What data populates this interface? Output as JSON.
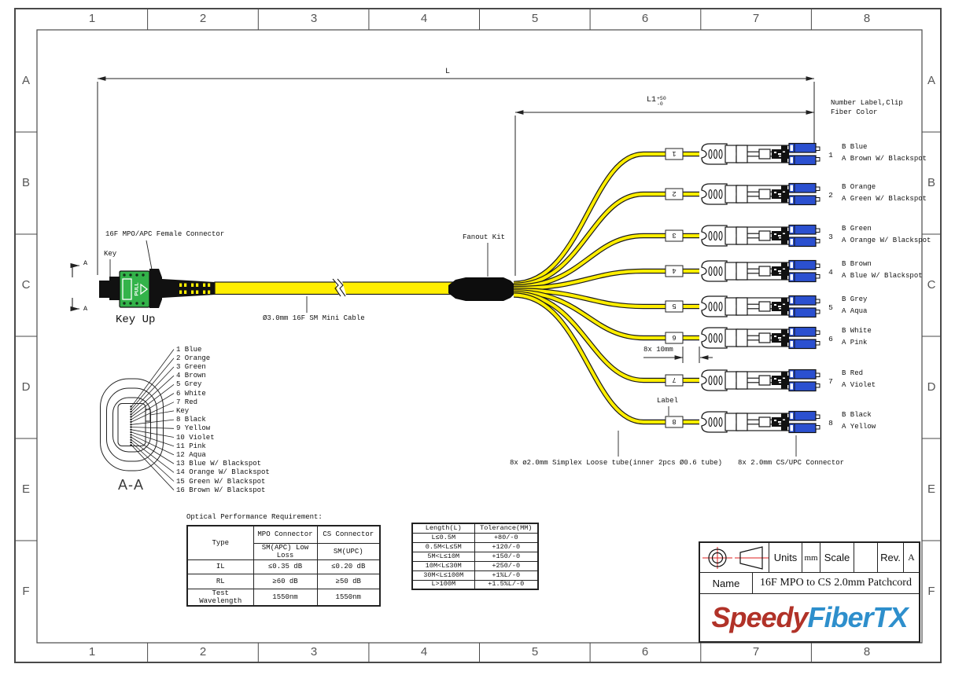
{
  "frame": {
    "cols": [
      "1",
      "2",
      "3",
      "4",
      "5",
      "6",
      "7",
      "8"
    ],
    "rows": [
      "A",
      "B",
      "C",
      "D",
      "E",
      "F"
    ]
  },
  "dimensions": {
    "overall": "L",
    "l1": "L1",
    "l1_plus": "+50",
    "l1_minus": "-0",
    "spacing": "8x 10mm"
  },
  "labels": {
    "mpo_connector": "16F MPO/APC Female Connector",
    "key": "Key",
    "key_up": "Key Up",
    "pull": "PULL",
    "cable": "Ø3.0mm 16F SM Mini Cable",
    "fanout": "Fanout Kit",
    "number_label": "Number Label,Clip",
    "fiber_color": "Fiber Color",
    "label": "Label",
    "simplex_tube": "8x ø2.0mm Simplex Loose tube(inner 2pcs Ø0.6 tube)",
    "cs_connector": "8x 2.0mm CS/UPC Connector",
    "section_marker": "A"
  },
  "branches": [
    {
      "num": "1",
      "b": "B Blue",
      "a": "A Brown W/ Blackspot"
    },
    {
      "num": "2",
      "b": "B Orange",
      "a": "A Green W/ Blackspot"
    },
    {
      "num": "3",
      "b": "B Green",
      "a": "A Orange W/ Blackspot"
    },
    {
      "num": "4",
      "b": "B Brown",
      "a": "A Blue W/ Blackspot"
    },
    {
      "num": "5",
      "b": "B Grey",
      "a": "A Aqua"
    },
    {
      "num": "6",
      "b": "B White",
      "a": "A Pink"
    },
    {
      "num": "7",
      "b": "B Red",
      "a": "A Violet"
    },
    {
      "num": "8",
      "b": "B Black",
      "a": "A Yellow"
    }
  ],
  "cross_section": {
    "title": "A-A",
    "items": [
      "1 Blue",
      "2 Orange",
      "3 Green",
      "4 Brown",
      "5 Grey",
      "6 White",
      "7 Red",
      "Key",
      "8 Black",
      "9 Yellow",
      "10 Violet",
      "11 Pink",
      "12 Aqua",
      "13 Blue W/ Blackspot",
      "14 Orange W/ Blackspot",
      "15 Green W/ Blackspot",
      "16 Brown W/ Blackspot"
    ]
  },
  "optical": {
    "title": "Optical Performance Requirement:",
    "col_headers": [
      "Type",
      "MPO Connector",
      "CS Connector"
    ],
    "sub_headers": [
      "SM(APC) Low Loss",
      "SM(UPC)"
    ],
    "rows": [
      [
        "IL",
        "≤0.35 dB",
        "≤0.20 dB"
      ],
      [
        "RL",
        "≥60 dB",
        "≥50 dB"
      ],
      [
        "Test Wavelength",
        "1550nm",
        "1550nm"
      ]
    ]
  },
  "tolerance": {
    "headers": [
      "Length(L)",
      "Tolerance(MM)"
    ],
    "rows": [
      [
        "L≤0.5M",
        "+80/-0"
      ],
      [
        "0.5M<L≤5M",
        "+120/-0"
      ],
      [
        "5M<L≤10M",
        "+150/-0"
      ],
      [
        "10M<L≤30M",
        "+250/-0"
      ],
      [
        "30M<L≤100M",
        "+1%L/-0"
      ],
      [
        "L>100M",
        "+1.5%L/-0"
      ]
    ]
  },
  "title_block": {
    "units_label": "Units",
    "units_value": "mm",
    "scale_label": "Scale",
    "scale_value": "",
    "rev_label": "Rev.",
    "rev_value": "A",
    "name_label": "Name",
    "name_value": "16F MPO to CS 2.0mm Patchcord",
    "logo_speedy": "Speedy",
    "logo_fibertx": "FiberTX",
    "symbols": [
      "third-angle-projection-icon",
      "cone-projection-icon"
    ]
  },
  "colors": {
    "cable_yellow": "#ffee00",
    "mpo_green": "#33b34a",
    "cs_blue": "#2b50d0",
    "logo_red": "#b13228",
    "logo_blue": "#2e8fcc",
    "symbol_red": "#dd2222",
    "line": "#1a1a1a"
  }
}
